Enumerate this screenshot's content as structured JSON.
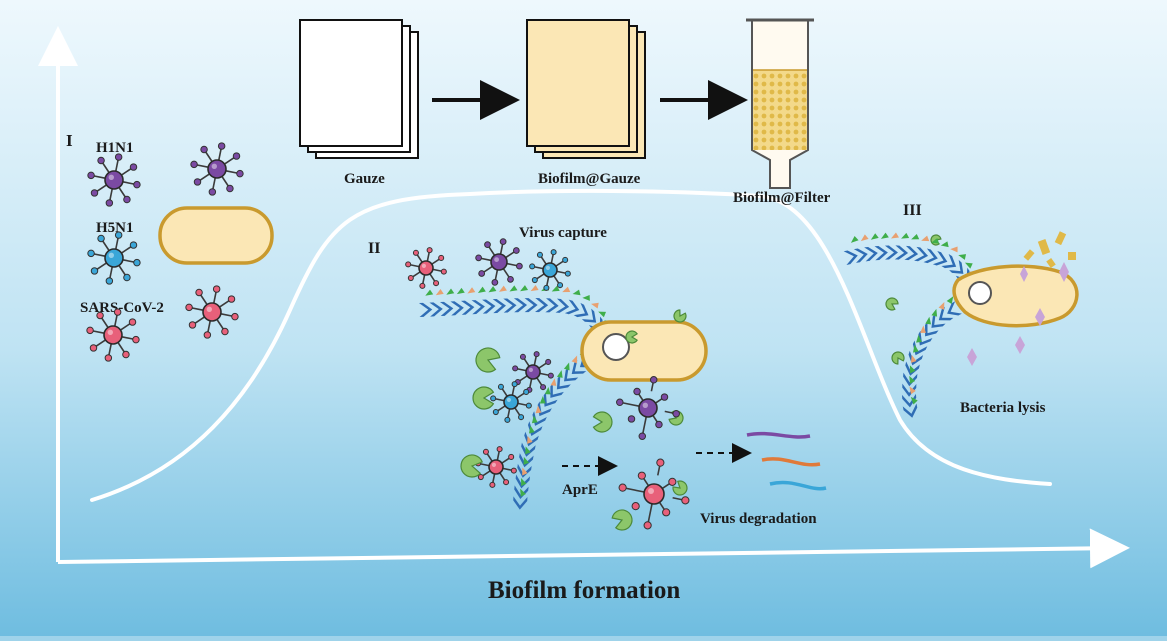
{
  "labels": {
    "section_1": "I",
    "section_2": "II",
    "section_3": "III",
    "h1n1": "H1N1",
    "h5n1": "H5N1",
    "sars": "SARS-CoV-2",
    "gauze": "Gauze",
    "biofilm_gauze": "Biofilm@Gauze",
    "biofilm_filter": "Biofilm@Filter",
    "virus_capture": "Virus capture",
    "apre": "AprE",
    "virus_degradation": "Virus degradation",
    "bacteria_lysis": "Bacteria lysis",
    "x_axis": "Biofilm formation"
  },
  "colors": {
    "h1n1": "#7b4aa3",
    "h5n1": "#3aa6d8",
    "sars": "#e8607a",
    "fiber_blue": "#2f6db5",
    "bacterium_fill": "#fbe7b5",
    "bacterium_stroke": "#c99a2e",
    "enzyme": "#8cc66a",
    "background_top": "#eaf6fc",
    "background_bottom": "#74bfe0"
  },
  "icons": {
    "virus": "virus-icon",
    "bacterium": "bacterium-icon",
    "gauze_stack": "gauze-stack-icon",
    "filter_column": "filter-column-icon",
    "enzyme": "apre-enzyme-icon",
    "fragment": "rna-fragment-icon"
  }
}
